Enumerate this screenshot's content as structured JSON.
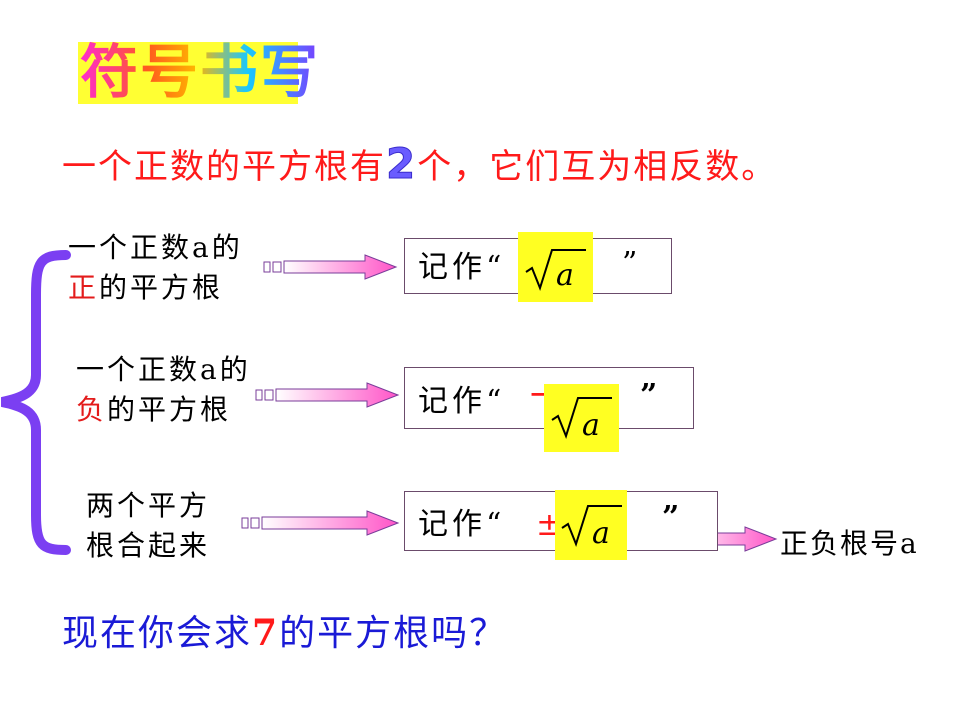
{
  "title": "符号书写",
  "statement": {
    "before": "一个正数的平方根有",
    "number": "2",
    "after": "个，它们互为相反数。"
  },
  "items": [
    {
      "line1": "一个正数a的",
      "highlight": "正",
      "line2_rest": "的平方根",
      "notation_prefix": "记作“",
      "sign": "",
      "radicand": "a",
      "close_quote": "”"
    },
    {
      "line1": "一个正数a的",
      "highlight": "负",
      "line2_rest": "的平方根",
      "notation_prefix": "记作“",
      "sign": "−",
      "radicand": "a",
      "close_quote": "”"
    },
    {
      "line1": "两个平方",
      "line2": "根合起来",
      "notation_prefix": "记作“",
      "sign": "±",
      "radicand": "a",
      "close_quote": "”"
    }
  ],
  "result": "正负根号a",
  "question": {
    "before": "现在你会求",
    "number": "7",
    "after": "的平方根吗？"
  },
  "colors": {
    "text_red": "#ff1a1a",
    "highlight": "#ffff22",
    "brace": "#7b3ff2",
    "arrow": "#ff66cc",
    "question_blue": "#1a1ad6"
  }
}
